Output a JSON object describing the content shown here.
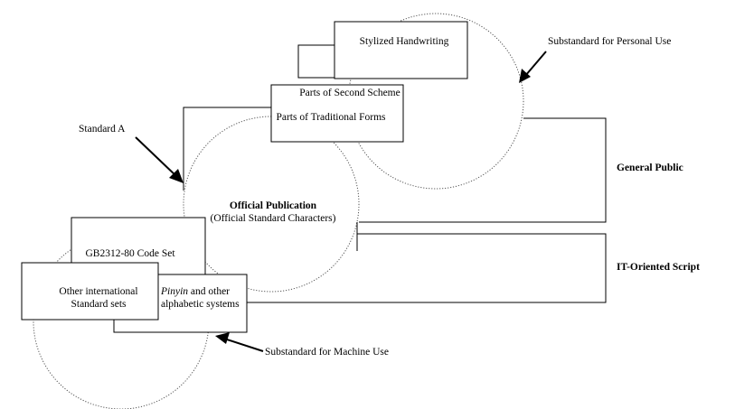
{
  "boxes": {
    "stylized_handwriting": "Stylized Handwriting",
    "parts_second_scheme": "Parts of Second Scheme",
    "parts_traditional_forms": "Parts of Traditional Forms",
    "gb2312_code_set": "GB2312-80 Code Set",
    "other_international_line1": "Other international",
    "other_international_line2": "Standard sets",
    "pinyin_word": "Pinyin",
    "pinyin_rest_line1": " and other",
    "pinyin_line2": "alphabetic systems"
  },
  "circle_labels": {
    "official_publication": "Official Publication",
    "official_standard_characters": "(Official Standard Characters)"
  },
  "annotations": {
    "standard_a": "Standard A",
    "substandard_personal": "Substandard for Personal Use",
    "substandard_machine": "Substandard for Machine Use"
  },
  "brackets": {
    "general_public": "General Public",
    "it_oriented_script": "IT-Oriented Script"
  }
}
